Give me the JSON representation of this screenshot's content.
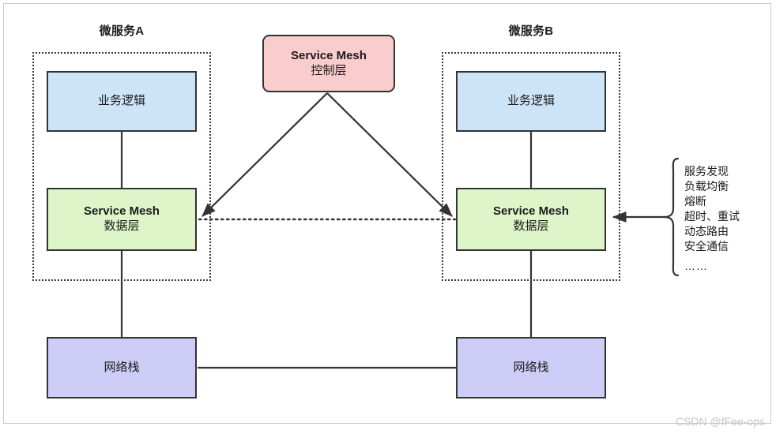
{
  "diagram": {
    "title_left": "微服务A",
    "title_right": "微服务B",
    "colors": {
      "business": "#cde3f8",
      "data_plane": "#ddf5c8",
      "control_plane": "#f9ccce",
      "network": "#cdcdf7",
      "stroke": "#333333",
      "watermark": "#c6c6c6"
    },
    "left_service": {
      "label": "微服务A",
      "business": {
        "line1": "业务逻辑"
      },
      "data_plane": {
        "line1": "Service Mesh",
        "line2": "数据层"
      },
      "network": {
        "line1": "网络栈"
      }
    },
    "right_service": {
      "label": "微服务B",
      "business": {
        "line1": "业务逻辑"
      },
      "data_plane": {
        "line1": "Service Mesh",
        "line2": "数据层"
      },
      "network": {
        "line1": "网络栈"
      }
    },
    "control_plane": {
      "line1": "Service Mesh",
      "line2": "控制层"
    },
    "features": [
      "服务发现",
      "负载均衡",
      "熔断",
      "超时、重试",
      "动态路由",
      "安全通信",
      "……"
    ]
  },
  "watermark": "CSDN @fFee-ops"
}
